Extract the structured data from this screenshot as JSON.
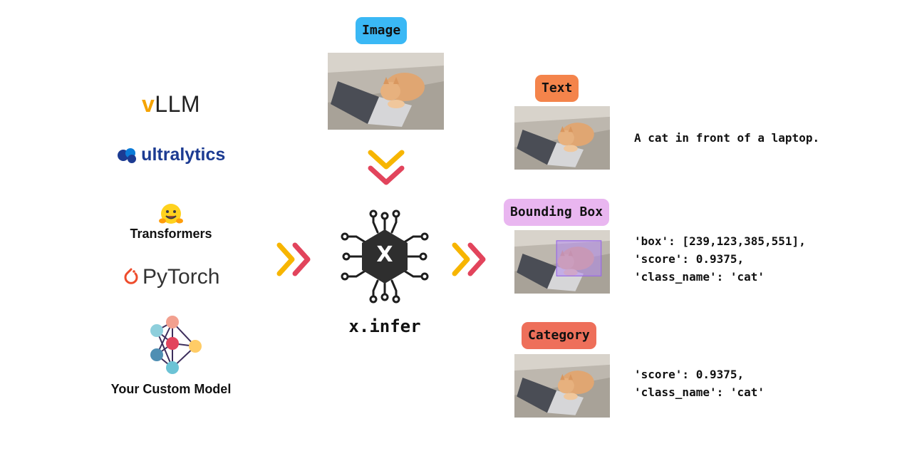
{
  "center": {
    "input_label": "Image",
    "engine_name": "x.infer",
    "engine_glyph": "X"
  },
  "frameworks": {
    "vllm_prefix": "v",
    "vllm_rest": "LLM",
    "ultralytics": "ultralytics",
    "transformers": "Transformers",
    "pytorch": "PyTorch",
    "custom_model": "Your Custom Model"
  },
  "outputs": [
    {
      "label": "Text",
      "color": "#f4844b",
      "result": "A cat in front of a laptop."
    },
    {
      "label": "Bounding Box",
      "color": "#e9b6f0",
      "result": "'box': [239,123,385,551],\n'score': 0.9375,\n'class_name': 'cat'"
    },
    {
      "label": "Category",
      "color": "#ee6f5a",
      "result": "'score': 0.9375,\n'class_name': 'cat'"
    }
  ],
  "colors": {
    "image_label": "#3ab8f5",
    "arrow_yellow": "#f7b500",
    "arrow_red": "#e2445c"
  }
}
